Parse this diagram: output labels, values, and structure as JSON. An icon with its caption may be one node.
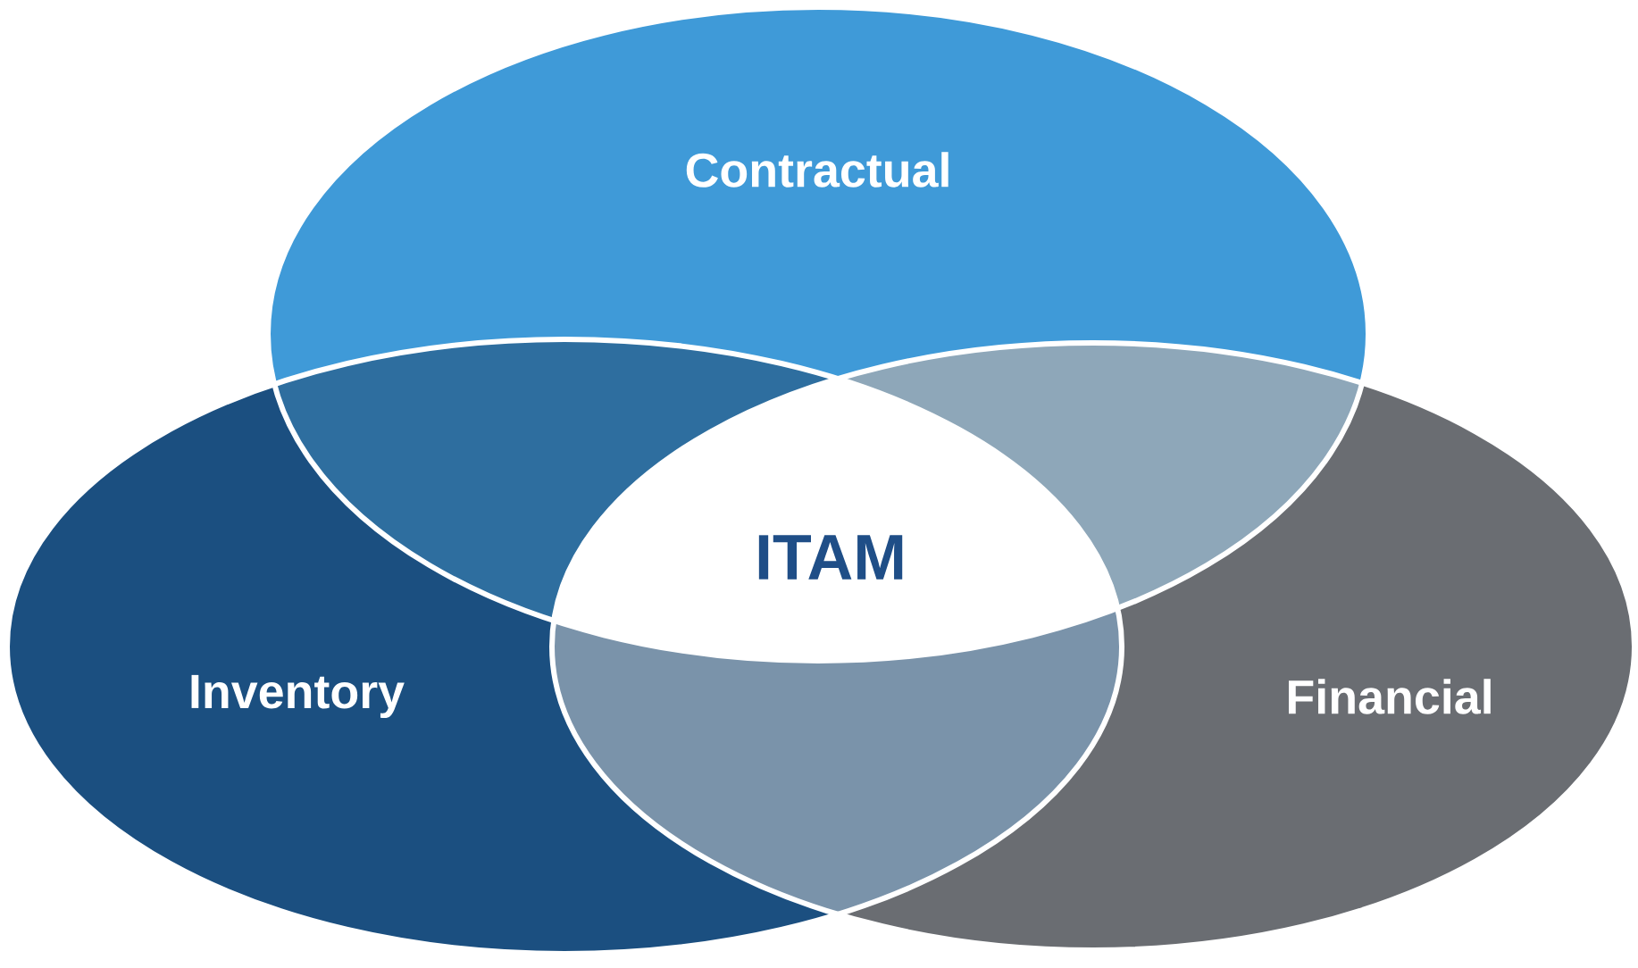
{
  "diagram": {
    "nodes": [
      {
        "text": [
          "Contractual"
        ]
      },
      {
        "text": [
          "Inventory"
        ]
      },
      {
        "text": [
          "Financial"
        ]
      },
      {
        "text": [
          "ITAM"
        ]
      }
    ]
  }
}
